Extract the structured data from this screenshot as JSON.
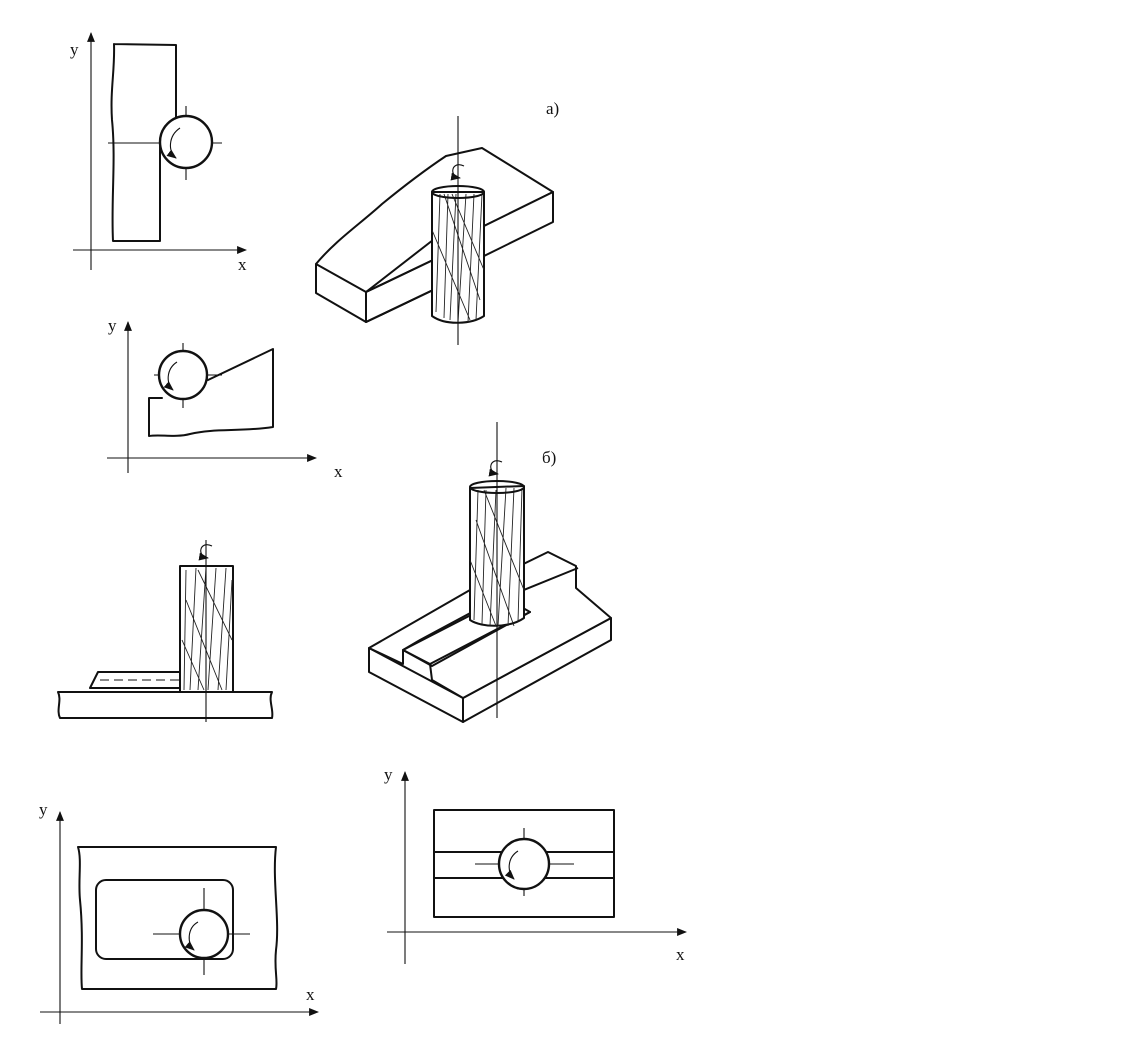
{
  "figure": {
    "labels": {
      "part_a": "а)",
      "part_b": "б)"
    },
    "axes": {
      "x": "x",
      "y": "y"
    }
  }
}
